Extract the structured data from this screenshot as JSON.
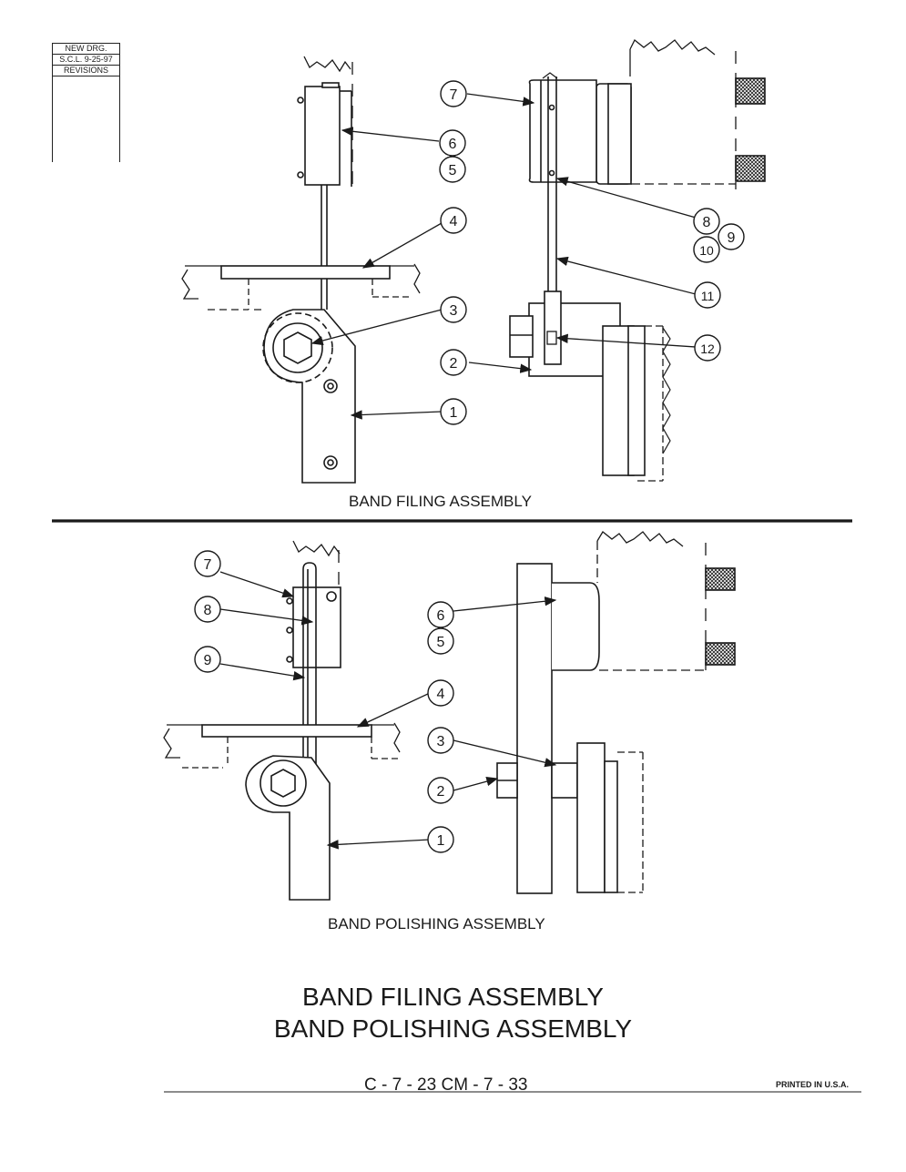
{
  "revision_block": {
    "line1": "NEW DRG.",
    "line2": "S.C.L.  9-25-97",
    "line3": "REVISIONS"
  },
  "filing": {
    "caption": "BAND FILING ASSEMBLY",
    "callouts": [
      "7",
      "6",
      "5",
      "4",
      "3",
      "2",
      "1",
      "8",
      "9",
      "10",
      "11",
      "12"
    ]
  },
  "polishing": {
    "caption": "BAND POLISHING ASSEMBLY",
    "callouts": [
      "7",
      "8",
      "9",
      "6",
      "5",
      "4",
      "3",
      "2",
      "1"
    ]
  },
  "title": {
    "line1": "BAND FILING ASSEMBLY",
    "line2": "BAND POLISHING ASSEMBLY"
  },
  "footer": {
    "drawing_numbers": "C - 7 - 23    CM - 7 - 33",
    "printed": "PRINTED IN U.S.A."
  }
}
